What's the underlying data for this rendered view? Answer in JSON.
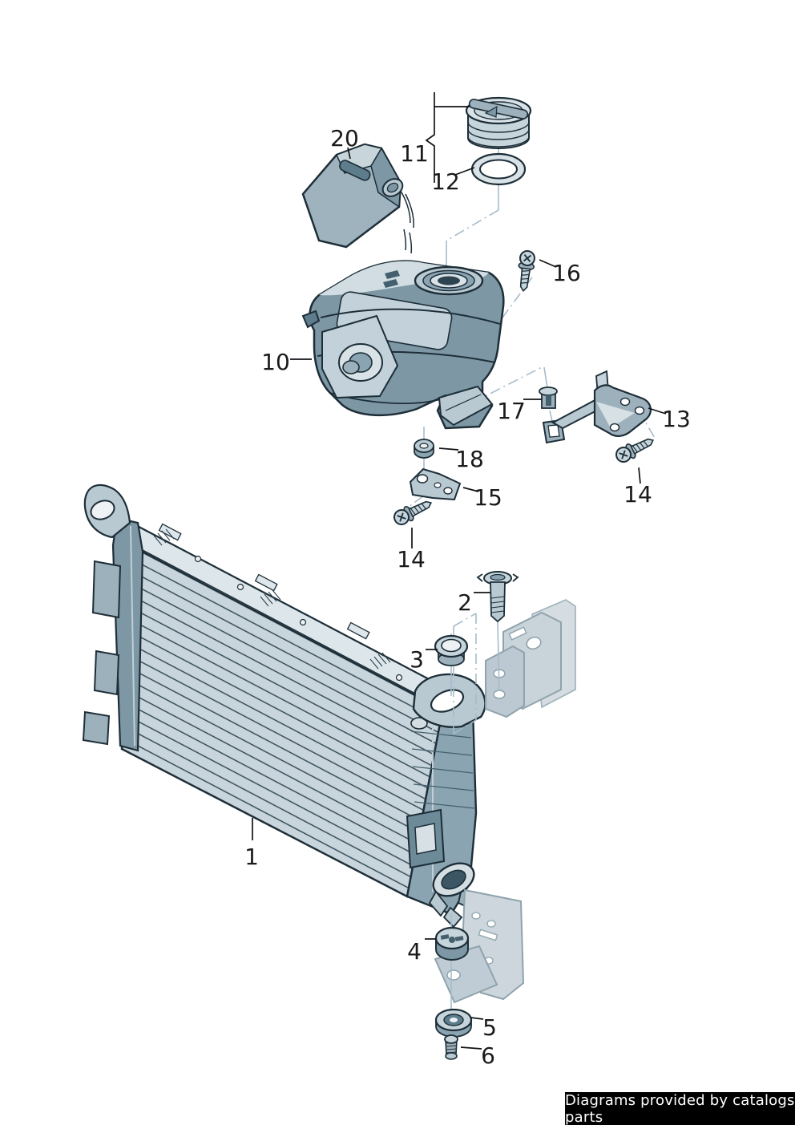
{
  "diagram": {
    "title": "Radiator and coolant expansion tank exploded parts diagram",
    "callouts": [
      {
        "label": "20",
        "part": "coolant-bottle"
      },
      {
        "label": "11",
        "part": "expansion-tank-cap-assembly"
      },
      {
        "label": "12",
        "part": "seal-ring"
      },
      {
        "label": "16",
        "part": "tank-screw"
      },
      {
        "label": "10",
        "part": "coolant-expansion-tank"
      },
      {
        "label": "17",
        "part": "retaining-clip"
      },
      {
        "label": "13",
        "part": "bracket-right"
      },
      {
        "label": "18",
        "part": "grommet"
      },
      {
        "label": "15",
        "part": "bracket-left"
      },
      {
        "label": "14",
        "part": "bracket-screw-right"
      },
      {
        "label": "14",
        "part": "bracket-screw-left"
      },
      {
        "label": "2",
        "part": "retaining-pin"
      },
      {
        "label": "3",
        "part": "rubber-bushing"
      },
      {
        "label": "1",
        "part": "radiator"
      },
      {
        "label": "4",
        "part": "rubber-mount"
      },
      {
        "label": "5",
        "part": "mount-washer"
      },
      {
        "label": "6",
        "part": "mount-screw"
      }
    ],
    "colors": {
      "outline": "#1d2e38",
      "part_lightest": "#dde6ea",
      "part_light": "#c6d4db",
      "part_mid": "#9db1bc",
      "part_dark": "#5d7c8c",
      "ghost_fill": "#ccd6dc",
      "ghost_outline": "#8fa3ad",
      "centerline": "#a7bcc9",
      "label_color": "#1a1a1a",
      "footer_bg": "#000000",
      "footer_fg": "#ffffff"
    }
  },
  "footer": {
    "text": "Diagrams provided by catalogs parts"
  }
}
